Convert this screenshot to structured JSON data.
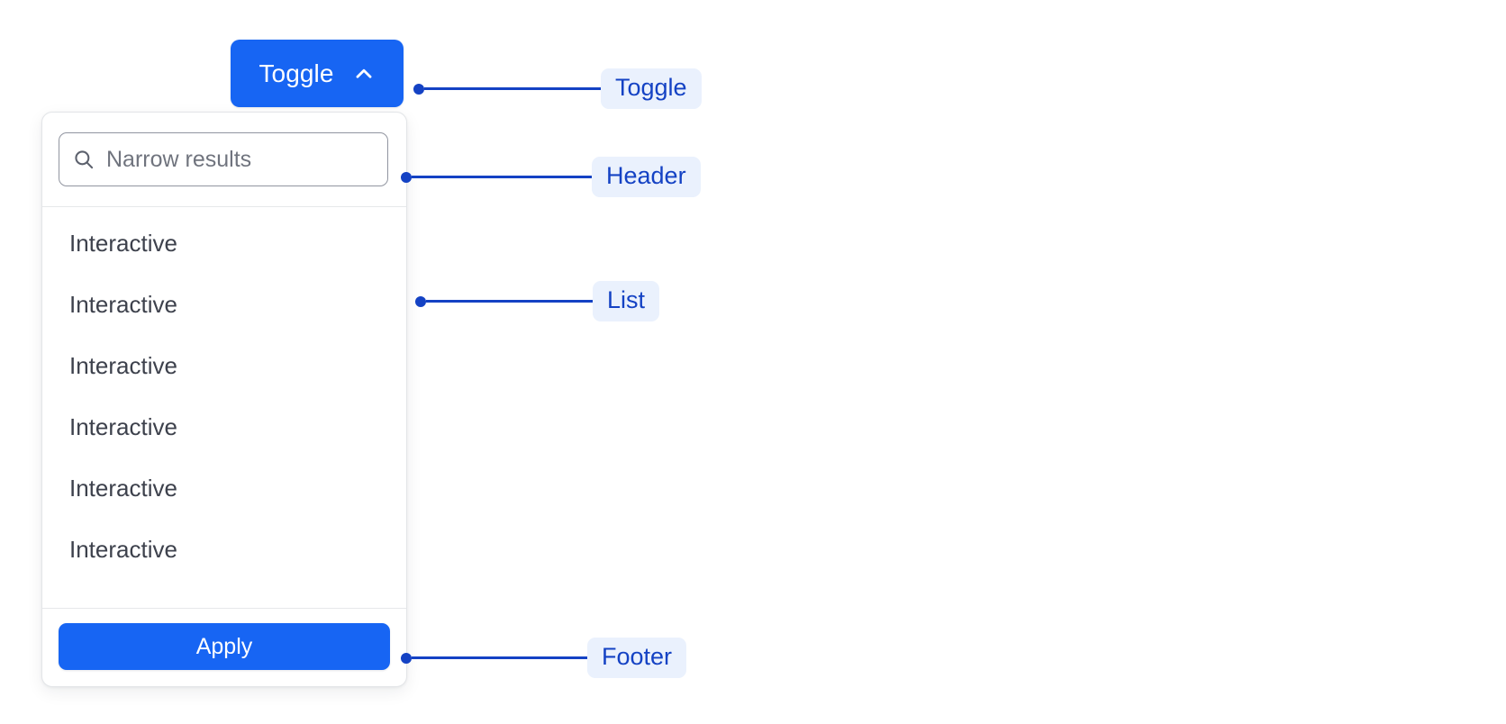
{
  "toggle": {
    "label": "Toggle",
    "icon": "chevron-up-icon",
    "background_color": "#1765f3",
    "text_color": "#ffffff"
  },
  "dropdown": {
    "header": {
      "search": {
        "icon": "search-icon",
        "value": "",
        "placeholder": "Narrow results"
      }
    },
    "list": {
      "items": [
        {
          "label": "Interactive"
        },
        {
          "label": "Interactive"
        },
        {
          "label": "Interactive"
        },
        {
          "label": "Interactive"
        },
        {
          "label": "Interactive"
        },
        {
          "label": "Interactive"
        }
      ]
    },
    "footer": {
      "apply_label": "Apply",
      "apply_background_color": "#1765f3"
    }
  },
  "annotations": {
    "accent_color": "#1442c4",
    "pill_background_color": "#eaf1fd",
    "items": [
      {
        "label": "Toggle"
      },
      {
        "label": "Header"
      },
      {
        "label": "List"
      },
      {
        "label": "Footer"
      }
    ]
  }
}
